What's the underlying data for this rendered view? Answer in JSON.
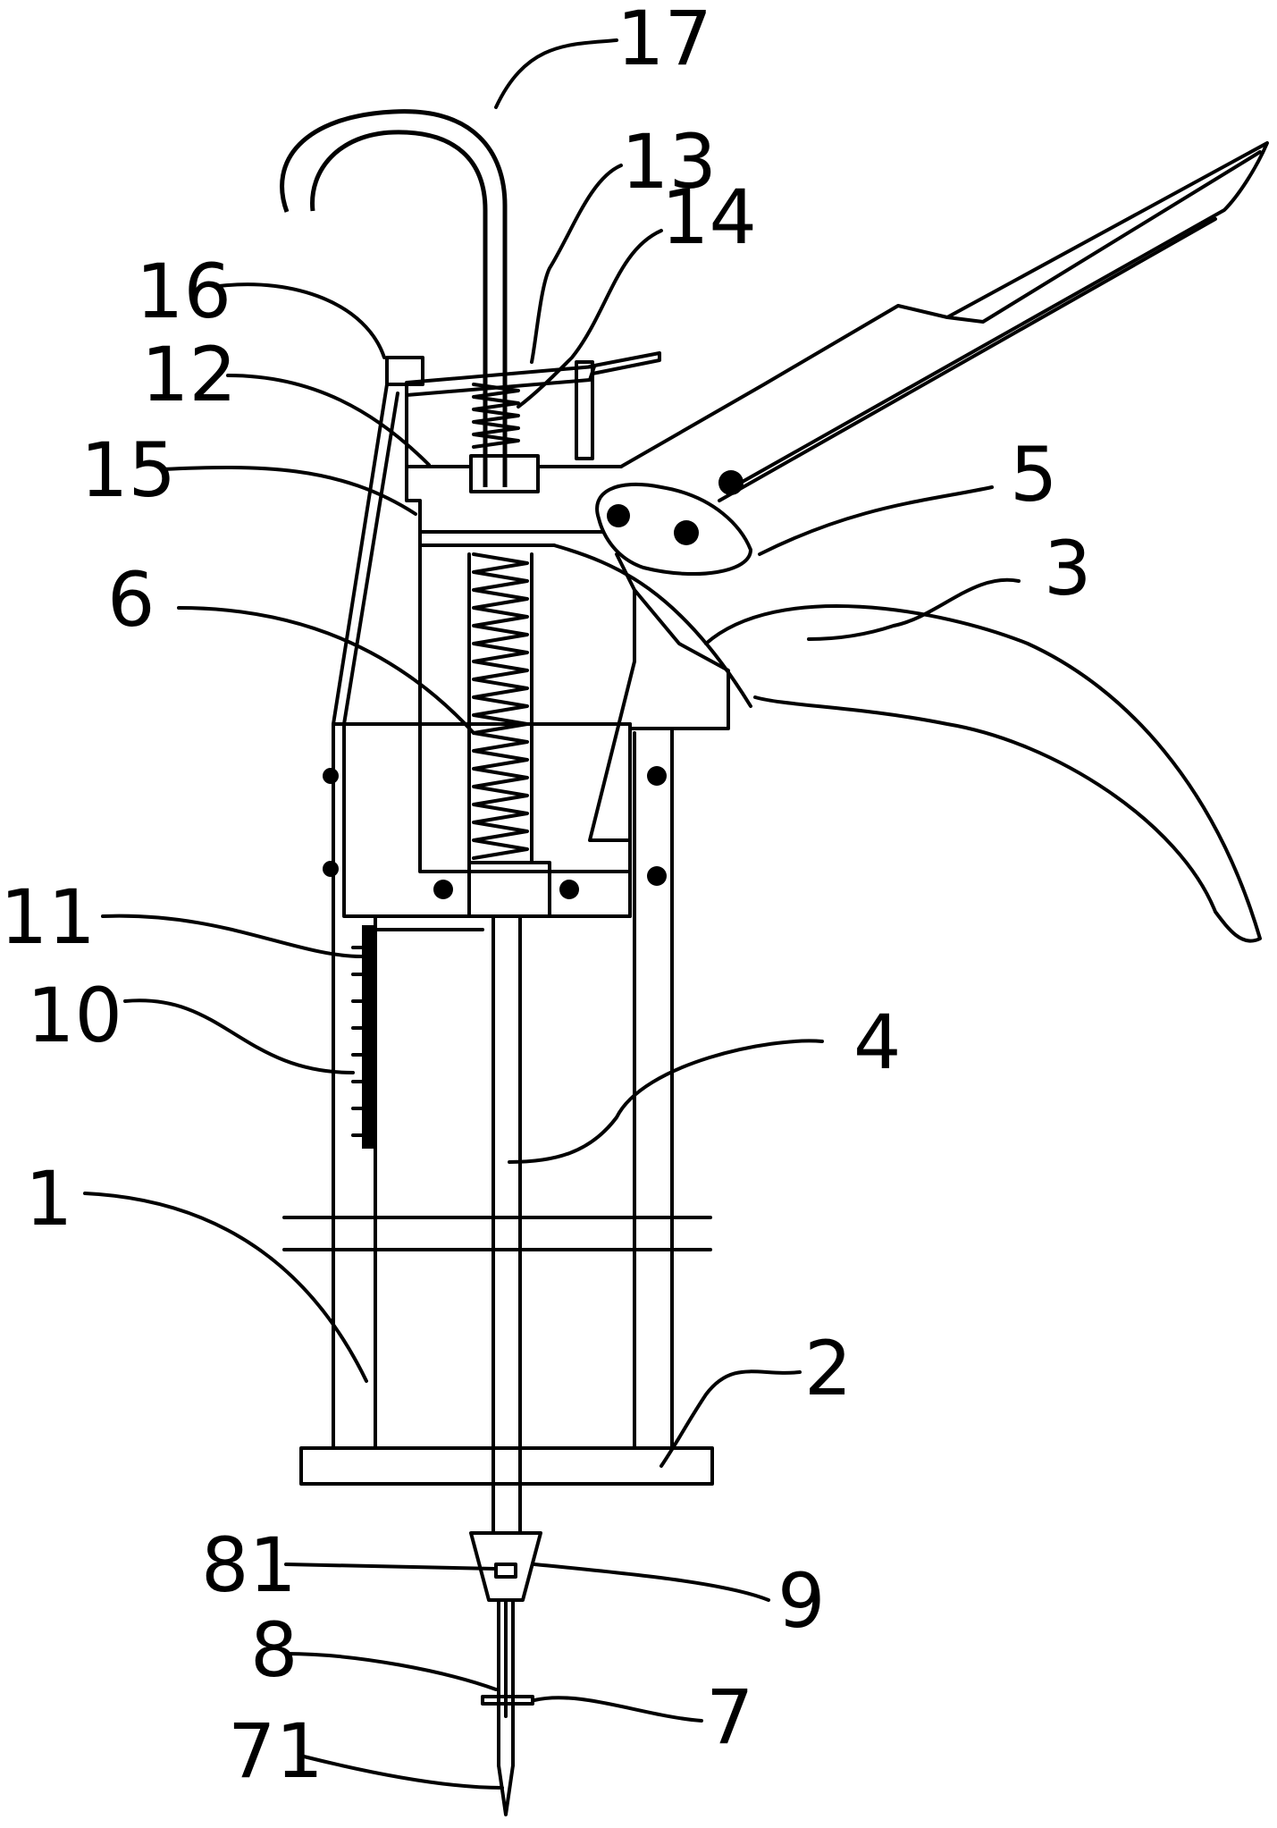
{
  "labels": {
    "l1": "1",
    "l2": "2",
    "l3": "3",
    "l4": "4",
    "l5": "5",
    "l6": "6",
    "l7": "7",
    "l71": "71",
    "l8": "8",
    "l81": "81",
    "l9": "9",
    "l10": "10",
    "l11": "11",
    "l12": "12",
    "l13": "13",
    "l14": "14",
    "l15": "15",
    "l16": "16",
    "l17": "17"
  }
}
